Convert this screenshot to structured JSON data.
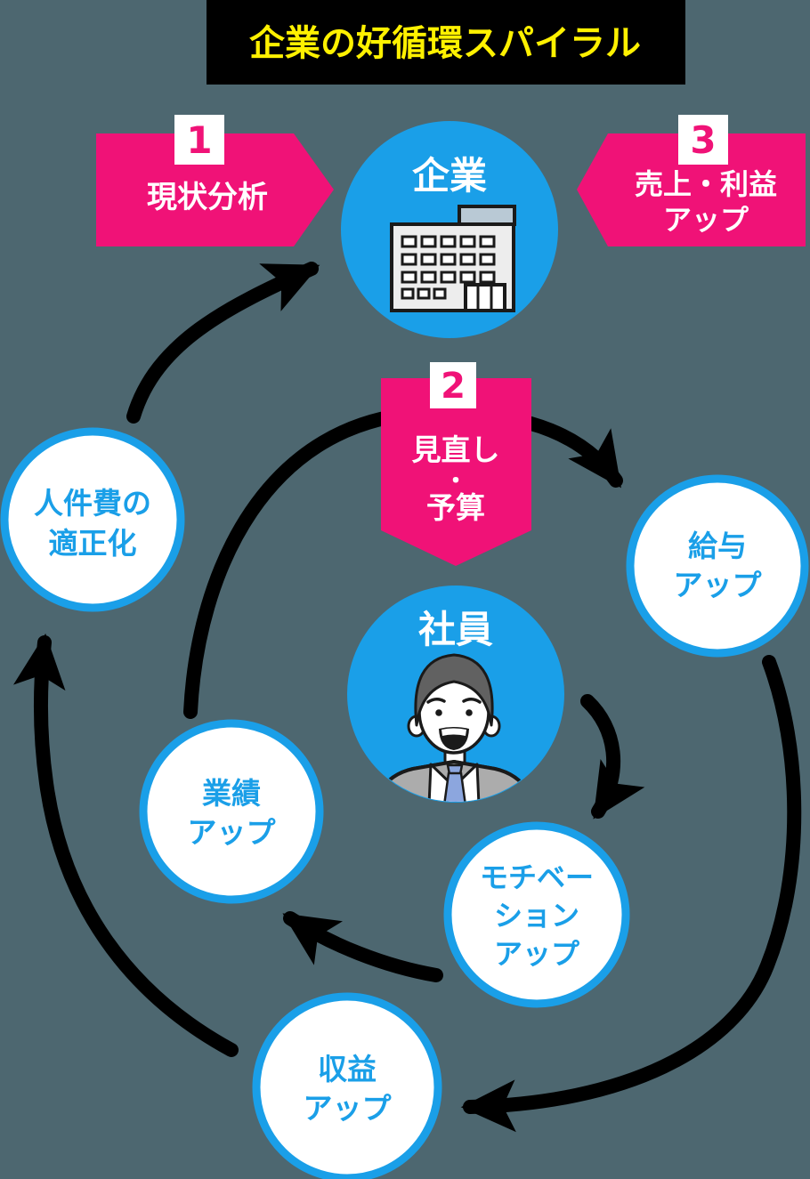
{
  "title": "企業の好循環スパイラル",
  "colors": {
    "background": "#4D6770",
    "banner_pink": "#F01277",
    "hub_blue": "#1A9FE8",
    "node_border_blue": "#1A9FE8",
    "title_yellow": "#FFF100",
    "title_box_black": "#000000",
    "arrow_black": "#000000"
  },
  "steps": [
    {
      "number": "1",
      "lines": [
        "現状分析"
      ]
    },
    {
      "number": "2",
      "lines": [
        "見直し",
        "・",
        "予算"
      ]
    },
    {
      "number": "3",
      "lines": [
        "売上・利益",
        "アップ"
      ]
    }
  ],
  "hubs": [
    {
      "label": "企業",
      "icon": "building-icon"
    },
    {
      "label": "社員",
      "icon": "employee-icon"
    }
  ],
  "nodes": [
    {
      "lines": [
        "人件費の",
        "適正化"
      ]
    },
    {
      "lines": [
        "給与",
        "アップ"
      ]
    },
    {
      "lines": [
        "業績",
        "アップ"
      ]
    },
    {
      "lines": [
        "モチベー",
        "ション",
        "アップ"
      ]
    },
    {
      "lines": [
        "収益",
        "アップ"
      ]
    }
  ]
}
